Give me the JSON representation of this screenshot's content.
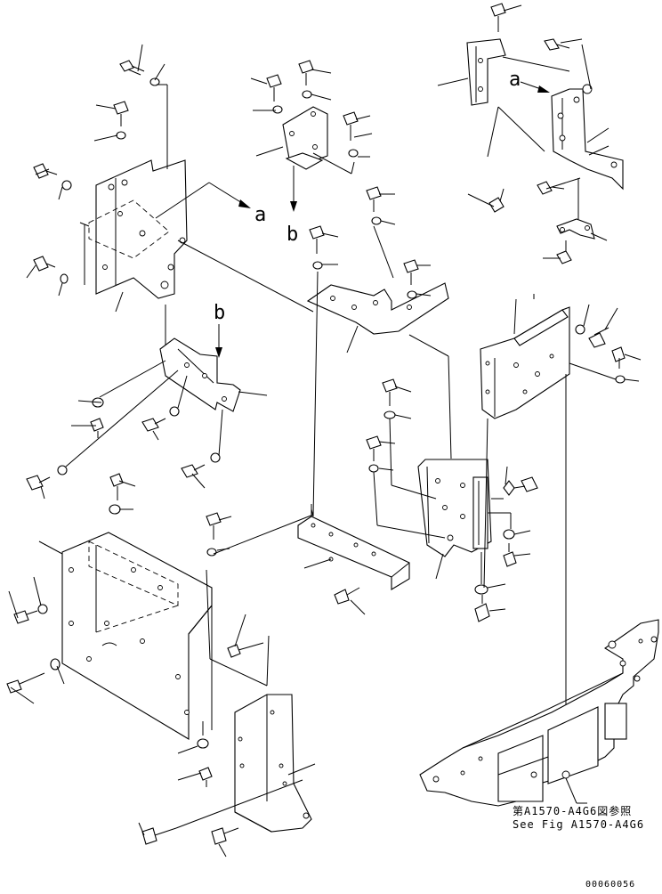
{
  "view_labels": {
    "a": "a",
    "b": "b"
  },
  "reference_note": {
    "jp": "第A1570-A4G6図参照",
    "en": "See Fig A1570-A4G6"
  },
  "drawing_code": "00060056"
}
